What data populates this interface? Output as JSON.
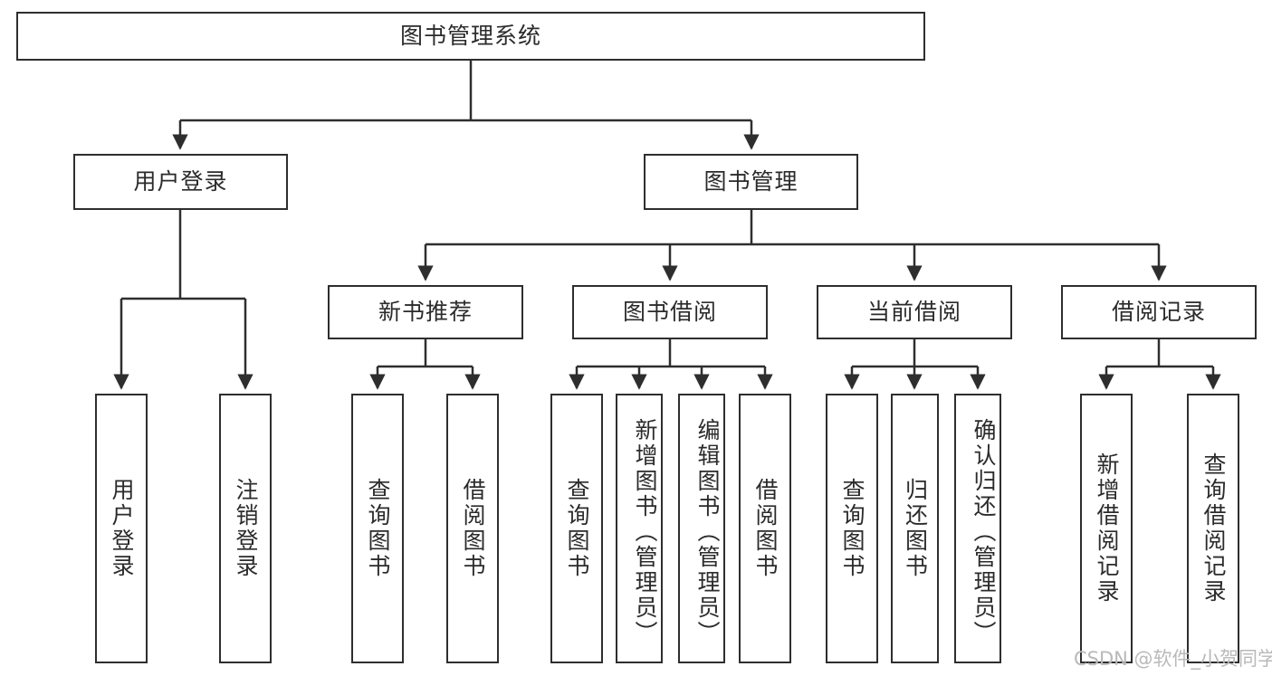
{
  "diagram": {
    "type": "tree",
    "title": "图书管理系统",
    "root": {
      "label": "图书管理系统"
    },
    "level2": [
      {
        "label": "用户登录"
      },
      {
        "label": "图书管理"
      }
    ],
    "level3": [
      {
        "label": "新书推荐"
      },
      {
        "label": "图书借阅"
      },
      {
        "label": "当前借阅"
      },
      {
        "label": "借阅记录"
      }
    ],
    "leaves": {
      "user_login": [
        {
          "label": "用户登录"
        },
        {
          "label": "注销登录"
        }
      ],
      "new_book_recommend": [
        {
          "label": "查询图书"
        },
        {
          "label": "借阅图书"
        }
      ],
      "book_borrow": [
        {
          "label": "查询图书"
        },
        {
          "label": "新增图书（管理员）"
        },
        {
          "label": "编辑图书（管理员）"
        },
        {
          "label": "借阅图书"
        }
      ],
      "current_borrow": [
        {
          "label": "查询图书"
        },
        {
          "label": "归还图书"
        },
        {
          "label": "确认归还（管理员）"
        }
      ],
      "borrow_record": [
        {
          "label": "新增借阅记录"
        },
        {
          "label": "查询借阅记录"
        }
      ]
    }
  },
  "watermark": {
    "text": "CSDN @软件_小贺同学"
  },
  "colors": {
    "stroke": "#2e2e2e",
    "text": "#2b2b2b",
    "background": "#ffffff",
    "watermark": "#b9b9b9"
  }
}
